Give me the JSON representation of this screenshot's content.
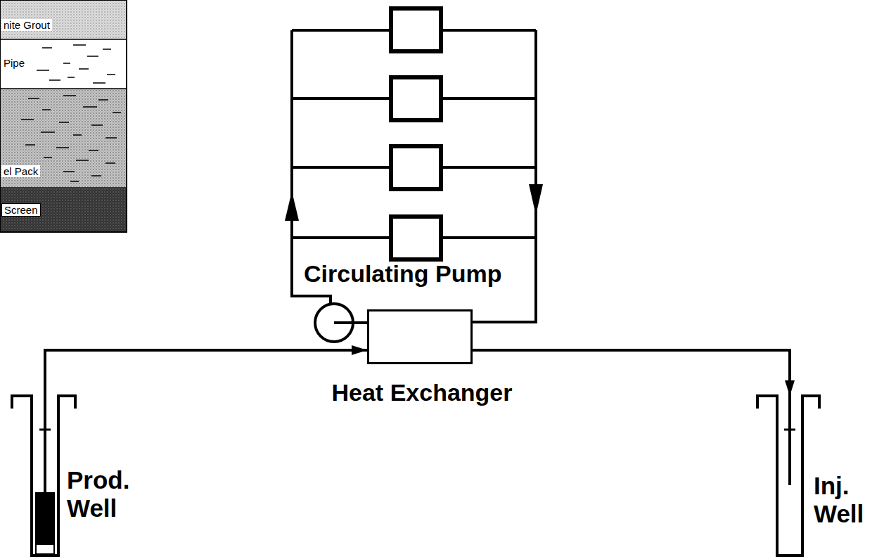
{
  "diagram": {
    "nodes": [
      {
        "text": [
          "Heat Exchanger"
        ]
      },
      {
        "text": [
          "Prod. Well"
        ]
      },
      {
        "text": [
          "Inj. Well"
        ]
      }
    ],
    "edges": [
      {
        "from": 1,
        "to": 0,
        "arrow": "to"
      },
      {
        "from": 0,
        "to": 2,
        "arrow": "to"
      }
    ],
    "labels": [
      "nite Grout",
      "Pipe",
      "el Pack",
      "Screen",
      "Circulating Pump"
    ]
  }
}
